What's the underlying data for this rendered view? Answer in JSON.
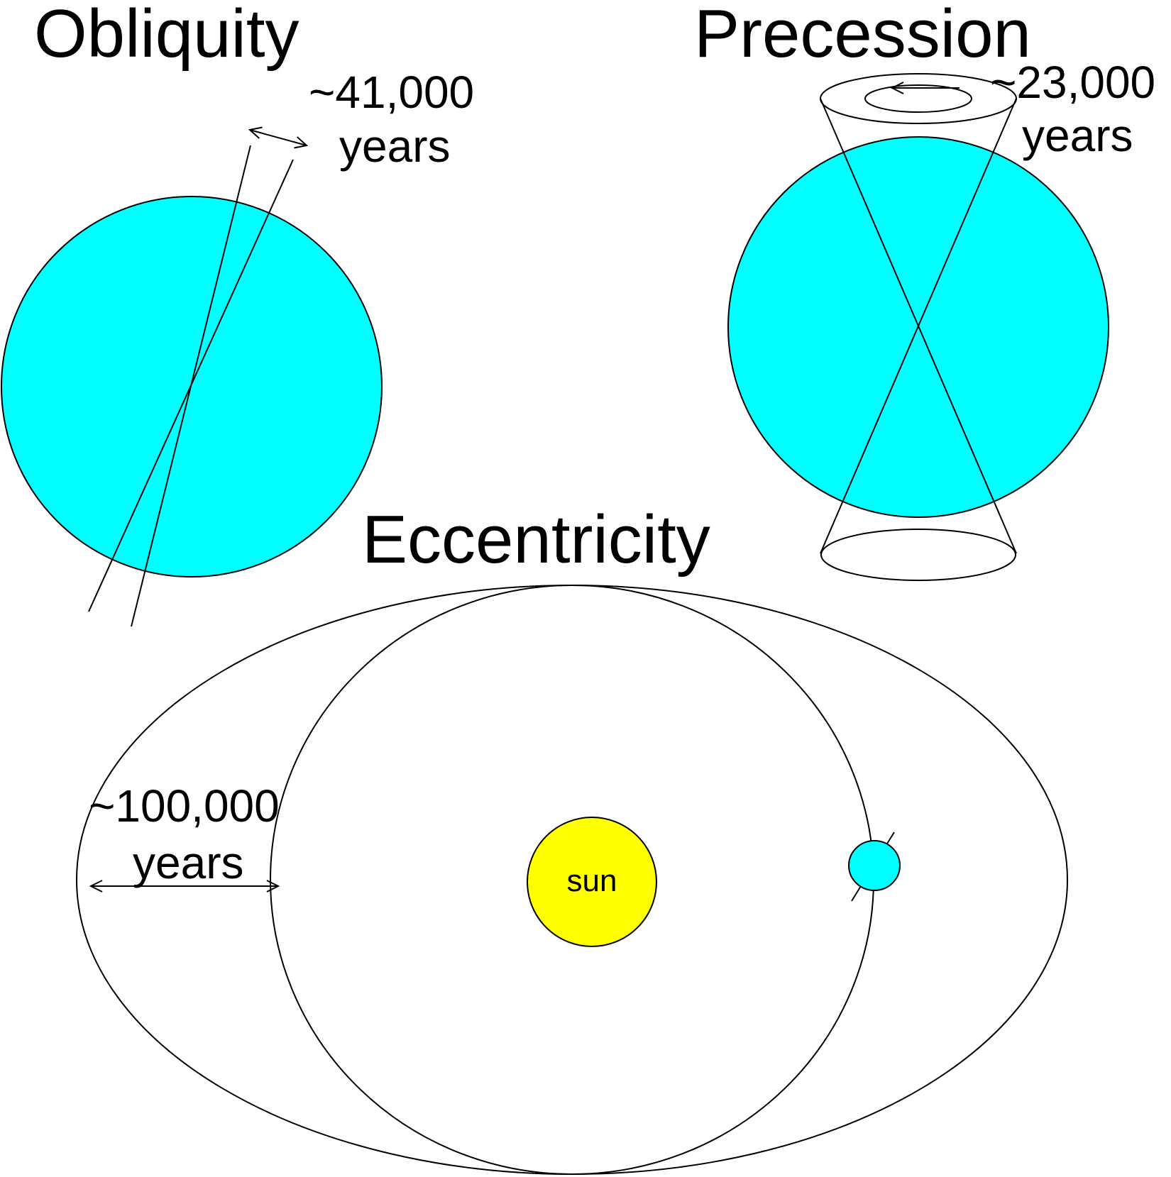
{
  "obliquity": {
    "title": "Obliquity",
    "period_line1": "~41,000",
    "period_line2": "years"
  },
  "precession": {
    "title": "Precession",
    "period_line1": "~23,000",
    "period_line2": "years"
  },
  "eccentricity": {
    "title": "Eccentricity",
    "period_line1": "~100,000",
    "period_line2": "years",
    "sun_label": "sun"
  },
  "colors": {
    "earth": "#00ffff",
    "sun": "#ffff00",
    "line": "#000000"
  },
  "icons": [
    "double-arrow-icon",
    "rotation-arrow-icon"
  ]
}
